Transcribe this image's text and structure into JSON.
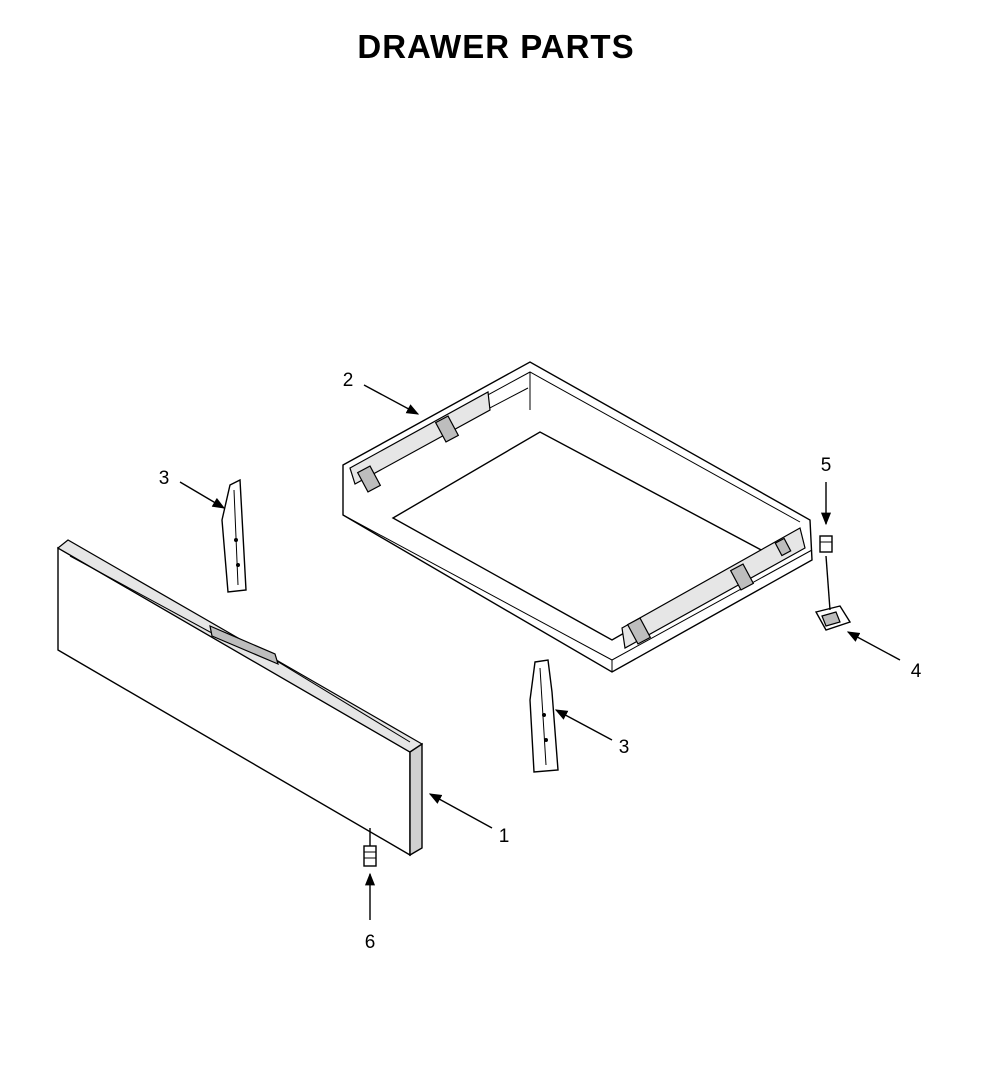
{
  "title": "DRAWER PARTS",
  "callouts": [
    {
      "id": "callout-1",
      "label": "1"
    },
    {
      "id": "callout-2",
      "label": "2"
    },
    {
      "id": "callout-3a",
      "label": "3"
    },
    {
      "id": "callout-3b",
      "label": "3"
    },
    {
      "id": "callout-4",
      "label": "4"
    },
    {
      "id": "callout-5",
      "label": "5"
    },
    {
      "id": "callout-6",
      "label": "6"
    }
  ]
}
